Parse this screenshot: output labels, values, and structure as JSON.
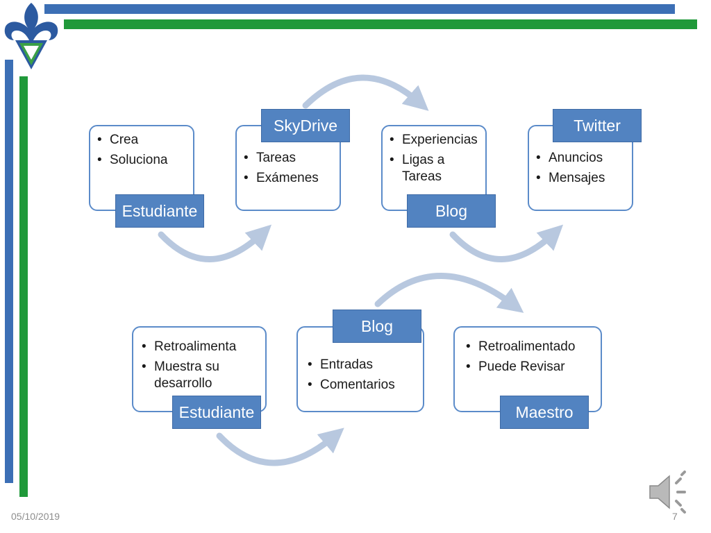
{
  "colors": {
    "blue_bar": "#3c6fb5",
    "green_bar": "#20993a",
    "card_border": "#5b8bc9",
    "tag_fill": "#5283c1",
    "arrow": "#b8c8df"
  },
  "logo_icon": "uv-fleur-de-lis-logo",
  "diagrams": [
    {
      "cards": [
        {
          "tag": "Estudiante",
          "items": [
            "Crea",
            "Soluciona"
          ]
        },
        {
          "tag": "SkyDrive",
          "items": [
            "Tareas",
            "Exámenes"
          ]
        },
        {
          "tag": "Blog",
          "items": [
            "Experiencias",
            "Ligas a Tareas"
          ]
        },
        {
          "tag": "Twitter",
          "items": [
            "Anuncios",
            "Mensajes"
          ]
        }
      ]
    },
    {
      "cards": [
        {
          "tag": "Estudiante",
          "items": [
            "Retroalimenta",
            "Muestra su desarrollo"
          ]
        },
        {
          "tag": "Blog",
          "items": [
            "Entradas",
            "Comentarios"
          ]
        },
        {
          "tag": "Maestro",
          "items": [
            "Retroalimentado",
            "Puede Revisar"
          ]
        }
      ]
    }
  ],
  "footer": {
    "date": "05/10/2019",
    "page": "7"
  },
  "audio_icon": "speaker-icon"
}
